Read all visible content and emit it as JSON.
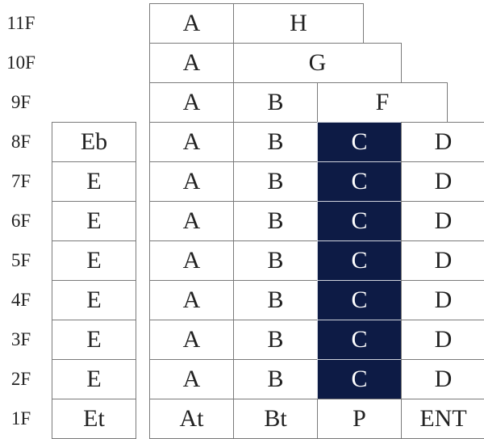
{
  "colors": {
    "highlight": "#0d1b45",
    "border": "#7a7a7a"
  },
  "floors": [
    "11F",
    "10F",
    "9F",
    "8F",
    "7F",
    "6F",
    "5F",
    "4F",
    "3F",
    "2F",
    "1F"
  ],
  "cells": [
    {
      "floor": "11F",
      "col": "A",
      "span": 1,
      "label": "A"
    },
    {
      "floor": "11F",
      "col": "B",
      "span": 1.55,
      "label": "H"
    },
    {
      "floor": "10F",
      "col": "A",
      "span": 1,
      "label": "A"
    },
    {
      "floor": "10F",
      "col": "B",
      "span": 2,
      "label": "G"
    },
    {
      "floor": "9F",
      "col": "A",
      "span": 1,
      "label": "A"
    },
    {
      "floor": "9F",
      "col": "B",
      "span": 1,
      "label": "B"
    },
    {
      "floor": "9F",
      "col": "C",
      "span": 1.55,
      "label": "F"
    },
    {
      "floor": "8F",
      "col": "E",
      "span": 1,
      "label": "Eb"
    },
    {
      "floor": "8F",
      "col": "A",
      "span": 1,
      "label": "A"
    },
    {
      "floor": "8F",
      "col": "B",
      "span": 1,
      "label": "B"
    },
    {
      "floor": "8F",
      "col": "C",
      "span": 1,
      "label": "C",
      "highlight": true
    },
    {
      "floor": "8F",
      "col": "D",
      "span": 1,
      "label": "D"
    },
    {
      "floor": "7F",
      "col": "E",
      "span": 1,
      "label": "E"
    },
    {
      "floor": "7F",
      "col": "A",
      "span": 1,
      "label": "A"
    },
    {
      "floor": "7F",
      "col": "B",
      "span": 1,
      "label": "B"
    },
    {
      "floor": "7F",
      "col": "C",
      "span": 1,
      "label": "C",
      "highlight": true
    },
    {
      "floor": "7F",
      "col": "D",
      "span": 1,
      "label": "D"
    },
    {
      "floor": "6F",
      "col": "E",
      "span": 1,
      "label": "E"
    },
    {
      "floor": "6F",
      "col": "A",
      "span": 1,
      "label": "A"
    },
    {
      "floor": "6F",
      "col": "B",
      "span": 1,
      "label": "B"
    },
    {
      "floor": "6F",
      "col": "C",
      "span": 1,
      "label": "C",
      "highlight": true
    },
    {
      "floor": "6F",
      "col": "D",
      "span": 1,
      "label": "D"
    },
    {
      "floor": "5F",
      "col": "E",
      "span": 1,
      "label": "E"
    },
    {
      "floor": "5F",
      "col": "A",
      "span": 1,
      "label": "A"
    },
    {
      "floor": "5F",
      "col": "B",
      "span": 1,
      "label": "B"
    },
    {
      "floor": "5F",
      "col": "C",
      "span": 1,
      "label": "C",
      "highlight": true
    },
    {
      "floor": "5F",
      "col": "D",
      "span": 1,
      "label": "D"
    },
    {
      "floor": "4F",
      "col": "E",
      "span": 1,
      "label": "E"
    },
    {
      "floor": "4F",
      "col": "A",
      "span": 1,
      "label": "A"
    },
    {
      "floor": "4F",
      "col": "B",
      "span": 1,
      "label": "B"
    },
    {
      "floor": "4F",
      "col": "C",
      "span": 1,
      "label": "C",
      "highlight": true
    },
    {
      "floor": "4F",
      "col": "D",
      "span": 1,
      "label": "D"
    },
    {
      "floor": "3F",
      "col": "E",
      "span": 1,
      "label": "E"
    },
    {
      "floor": "3F",
      "col": "A",
      "span": 1,
      "label": "A"
    },
    {
      "floor": "3F",
      "col": "B",
      "span": 1,
      "label": "B"
    },
    {
      "floor": "3F",
      "col": "C",
      "span": 1,
      "label": "C",
      "highlight": true
    },
    {
      "floor": "3F",
      "col": "D",
      "span": 1,
      "label": "D"
    },
    {
      "floor": "2F",
      "col": "E",
      "span": 1,
      "label": "E"
    },
    {
      "floor": "2F",
      "col": "A",
      "span": 1,
      "label": "A"
    },
    {
      "floor": "2F",
      "col": "B",
      "span": 1,
      "label": "B"
    },
    {
      "floor": "2F",
      "col": "C",
      "span": 1,
      "label": "C",
      "highlight": true
    },
    {
      "floor": "2F",
      "col": "D",
      "span": 1,
      "label": "D"
    },
    {
      "floor": "1F",
      "col": "E",
      "span": 1,
      "label": "Et"
    },
    {
      "floor": "1F",
      "col": "A",
      "span": 1,
      "label": "At"
    },
    {
      "floor": "1F",
      "col": "B",
      "span": 1,
      "label": "Bt"
    },
    {
      "floor": "1F",
      "col": "C",
      "span": 1,
      "label": "P"
    },
    {
      "floor": "1F",
      "col": "D",
      "span": 1,
      "label": "ENT"
    }
  ]
}
